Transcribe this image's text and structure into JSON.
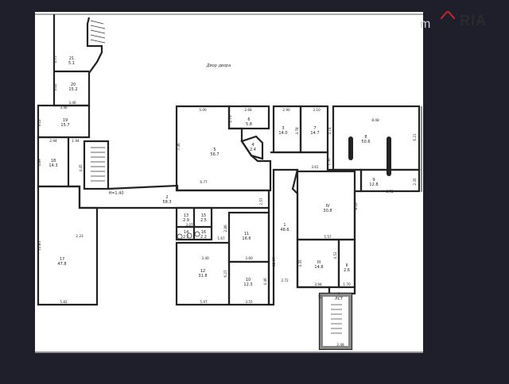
{
  "watermark": {
    "left": "m",
    "brand": "RIA"
  },
  "plan": {
    "courtyard_label": "Двор двора",
    "corridor_label": "Н=1.40",
    "rooms": [
      {
        "id": "r21",
        "num": "21",
        "area": "5.1"
      },
      {
        "id": "r20",
        "num": "20",
        "area": "15.2"
      },
      {
        "id": "r19",
        "num": "19",
        "area": "15.7"
      },
      {
        "id": "r18",
        "num": "18",
        "area": "14.3"
      },
      {
        "id": "r17",
        "num": "17",
        "area": "47.8"
      },
      {
        "id": "r2",
        "num": "2",
        "area": "58.3"
      },
      {
        "id": "r5",
        "num": "5",
        "area": "56.7"
      },
      {
        "id": "r6",
        "num": "6",
        "area": "5.8"
      },
      {
        "id": "r4",
        "num": "4",
        "area": "2.4"
      },
      {
        "id": "r3",
        "num": "3",
        "area": "14.0"
      },
      {
        "id": "r7",
        "num": "7",
        "area": "14.7"
      },
      {
        "id": "r8",
        "num": "8",
        "area": "50.6"
      },
      {
        "id": "r9",
        "num": "9",
        "area": "12.8"
      },
      {
        "id": "r1",
        "num": "1",
        "area": "48.6"
      },
      {
        "id": "rIV",
        "num": "IV",
        "area": "30.8"
      },
      {
        "id": "r13",
        "num": "13",
        "area": "2.9"
      },
      {
        "id": "r15",
        "num": "15",
        "area": "2.5"
      },
      {
        "id": "r14",
        "num": "14",
        "area": "2.1"
      },
      {
        "id": "r16",
        "num": "16",
        "area": "2.2"
      },
      {
        "id": "r11",
        "num": "11",
        "area": "16.6"
      },
      {
        "id": "r12",
        "num": "12",
        "area": "31.8"
      },
      {
        "id": "r10",
        "num": "10",
        "area": "12.3"
      },
      {
        "id": "rIII",
        "num": "III",
        "area": "14.8"
      },
      {
        "id": "rII",
        "num": "II",
        "area": "2.6"
      },
      {
        "id": "rI",
        "num": "I",
        "area": "ЛСТ"
      }
    ],
    "dims": [
      {
        "id": "d1",
        "t": "4.75"
      },
      {
        "id": "d2",
        "t": "4.02"
      },
      {
        "id": "d3",
        "t": "3.46"
      },
      {
        "id": "d4",
        "t": "3.46"
      },
      {
        "id": "d5",
        "t": "3.12"
      },
      {
        "id": "d6",
        "t": "2.94"
      },
      {
        "id": "d7",
        "t": "1.94"
      },
      {
        "id": "d8",
        "t": "4.89"
      },
      {
        "id": "d9",
        "t": "4.45"
      },
      {
        "id": "d10",
        "t": "11.85"
      },
      {
        "id": "d11",
        "t": "2.23"
      },
      {
        "id": "d12",
        "t": "5.82"
      },
      {
        "id": "d13",
        "t": "5.00"
      },
      {
        "id": "d14",
        "t": "2.68"
      },
      {
        "id": "d15",
        "t": "2.90"
      },
      {
        "id": "d16",
        "t": "3.10"
      },
      {
        "id": "d17",
        "t": "8.48"
      },
      {
        "id": "d18",
        "t": "7.36"
      },
      {
        "id": "d19",
        "t": "2.73"
      },
      {
        "id": "d20",
        "t": "6.77"
      },
      {
        "id": "d21",
        "t": "4.78"
      },
      {
        "id": "d22",
        "t": "4.74"
      },
      {
        "id": "d23",
        "t": "3.61"
      },
      {
        "id": "d24",
        "t": "1.56"
      },
      {
        "id": "d25",
        "t": "6.21"
      },
      {
        "id": "d26",
        "t": "5.72"
      },
      {
        "id": "d27",
        "t": "2.35"
      },
      {
        "id": "d28",
        "t": "2.57"
      },
      {
        "id": "d29",
        "t": "8.43"
      },
      {
        "id": "d30",
        "t": "3.07"
      },
      {
        "id": "d31",
        "t": "2.86"
      },
      {
        "id": "d32",
        "t": "3.60"
      },
      {
        "id": "d33",
        "t": "6.27"
      },
      {
        "id": "d34",
        "t": "1.67"
      },
      {
        "id": "d35",
        "t": "5.97"
      },
      {
        "id": "d36",
        "t": "3.55"
      },
      {
        "id": "d37",
        "t": "4.46"
      },
      {
        "id": "d38",
        "t": "2.72"
      },
      {
        "id": "d39",
        "t": "12.37"
      },
      {
        "id": "d40",
        "t": "5.57"
      },
      {
        "id": "d41",
        "t": "4.35"
      },
      {
        "id": "d42",
        "t": "4.52"
      },
      {
        "id": "d43",
        "t": "3.94"
      },
      {
        "id": "d44",
        "t": "1.70"
      },
      {
        "id": "d45",
        "t": "10"
      },
      {
        "id": "d46",
        "t": "2.48"
      },
      {
        "id": "d47",
        "t": "3.40"
      }
    ]
  }
}
